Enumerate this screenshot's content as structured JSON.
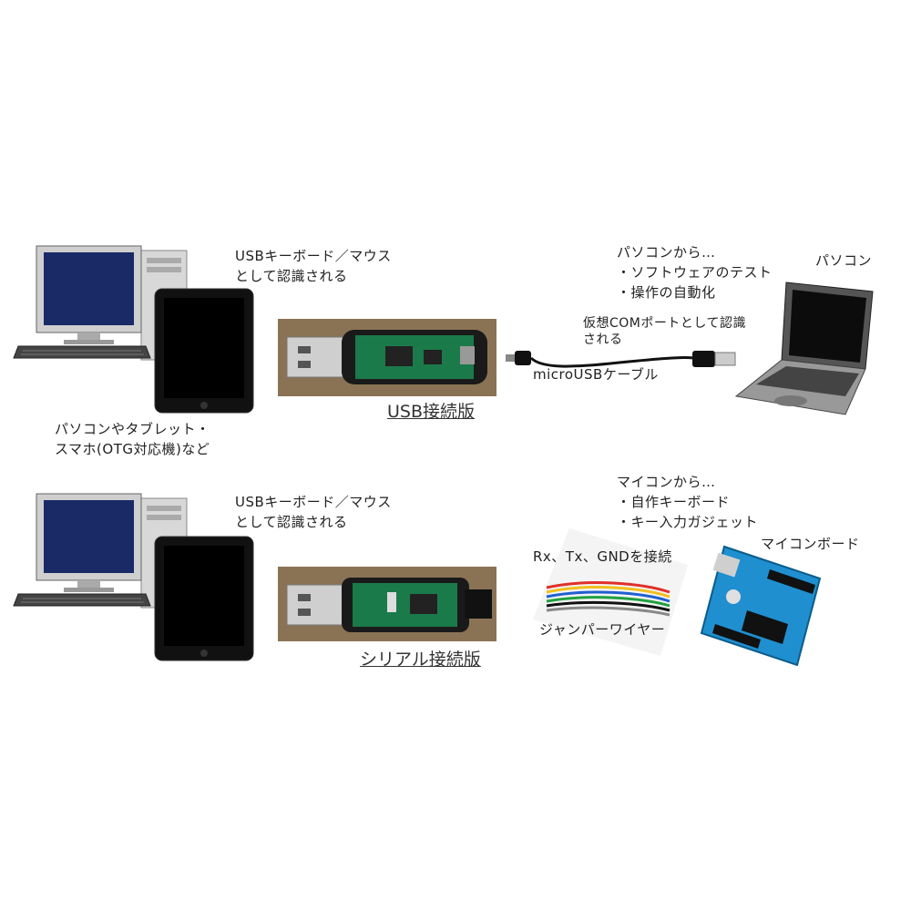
{
  "row_usb": {
    "host_caption_line1": "USBキーボード／マウス",
    "host_caption_line2": "として認識される",
    "devices_caption_line1": "パソコンやタブレット・",
    "devices_caption_line2": "スマホ(OTG対応機)など",
    "product_title": "USB接続版",
    "pc_side_caption_line1": "パソコンから…",
    "pc_side_caption_line2": "・ソフトウェアのテスト",
    "pc_side_caption_line3": "・操作の自動化",
    "laptop_label": "パソコン",
    "com_caption_line1": "仮想COMポートとして認識",
    "com_caption_line2": "される",
    "cable_label": "microUSBケーブル"
  },
  "row_serial": {
    "host_caption_line1": "USBキーボード／マウス",
    "host_caption_line2": "として認識される",
    "product_title": "シリアル接続版",
    "mcu_caption_line1": "マイコンから…",
    "mcu_caption_line2": "・自作キーボード",
    "mcu_caption_line3": "・キー入力ガジェット",
    "board_label": "マイコンボード",
    "connect_label": "Rx、Tx、GNDを接続",
    "wire_label": "ジャンパーワイヤー"
  }
}
